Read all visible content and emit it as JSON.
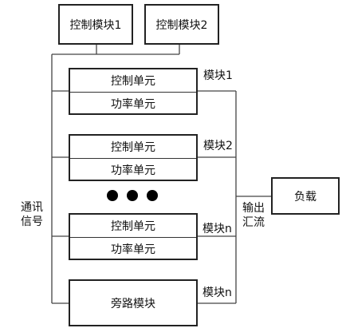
{
  "control_modules": [
    "控制模块1",
    "控制模块2"
  ],
  "units": [
    {
      "control": "控制单元",
      "power": "功率单元",
      "tag": "模块1"
    },
    {
      "control": "控制单元",
      "power": "功率单元",
      "tag": "模块2"
    },
    {
      "control": "控制单元",
      "power": "功率单元",
      "tag": "模块n"
    }
  ],
  "bypass": {
    "label": "旁路模块",
    "tag": "模块n"
  },
  "ellipsis_dots": 3,
  "comm_signal": [
    "通讯",
    "信号"
  ],
  "output_bus": [
    "输出",
    "汇流"
  ],
  "load": "负载"
}
